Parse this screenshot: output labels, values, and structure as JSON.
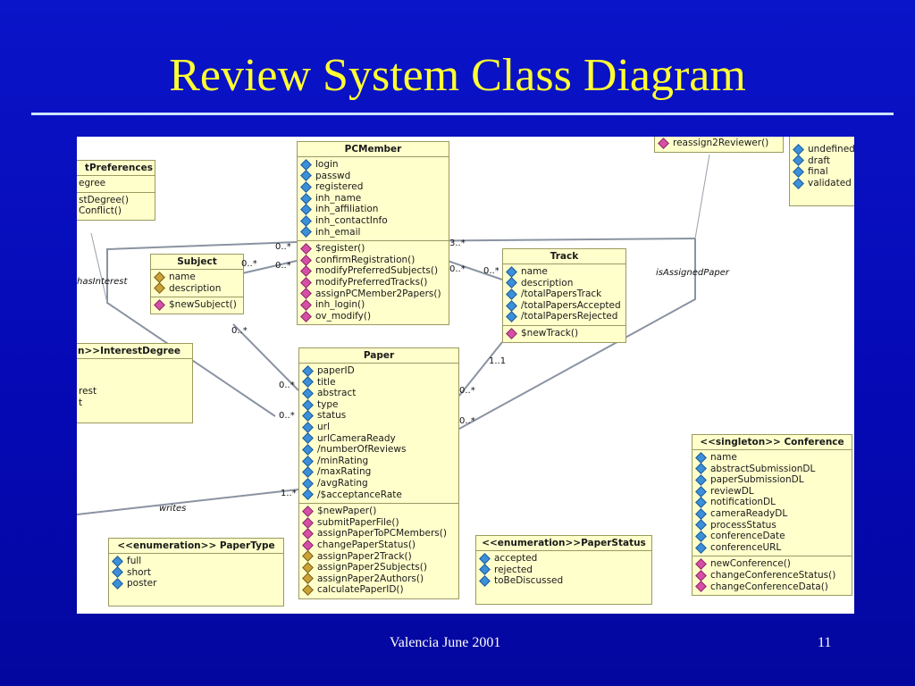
{
  "title": "Review System Class Diagram",
  "footer": {
    "left": "Valencia June 2001",
    "page": "11"
  },
  "colors": {
    "background": "#0a14c8",
    "title": "#ffff33",
    "class_fill": "#ffffcc"
  },
  "classes": {
    "pcmember": {
      "name": "PCMember",
      "attributes": [
        "login",
        "passwd",
        "registered",
        "inh_name",
        "inh_affiliation",
        "inh_contactInfo",
        "inh_email"
      ],
      "operations": [
        "$register()",
        "confirmRegistration()",
        "modifyPreferredSubjects()",
        "modifyPreferredTracks()",
        "assignPCMember2Papers()",
        "inh_login()",
        "ov_modify()"
      ]
    },
    "subject": {
      "name": "Subject",
      "attributes": [
        "name",
        "description"
      ],
      "operations": [
        "$newSubject()"
      ]
    },
    "track": {
      "name": "Track",
      "attributes": [
        "name",
        "description",
        "/totalPapersTrack",
        "/totalPapersAccepted",
        "/totalPapersRejected"
      ],
      "operations": [
        "$newTrack()"
      ]
    },
    "paper": {
      "name": "Paper",
      "attributes": [
        "paperID",
        "title",
        "abstract",
        "type",
        "status",
        "url",
        "urlCameraReady",
        "/numberOfReviews",
        "/minRating",
        "/maxRating",
        "/avgRating",
        "/$acceptanceRate"
      ],
      "operations": [
        "$newPaper()",
        "submitPaperFile()",
        "assignPaperToPCMembers()",
        "changePaperStatus()",
        "assignPaper2Track()",
        "assignPaper2Subjects()",
        "assignPaper2Authors()",
        "calculatePaperID()"
      ]
    },
    "conference": {
      "name": "<<singleton>> Conference",
      "attributes": [
        "name",
        "abstractSubmissionDL",
        "paperSubmissionDL",
        "reviewDL",
        "notificationDL",
        "cameraReadyDL",
        "processStatus",
        "conferenceDate",
        "conferenceURL"
      ],
      "operations": [
        "newConference()",
        "changeConferenceStatus()",
        "changeConferenceData()"
      ]
    },
    "paper_type": {
      "name": "<<enumeration>> PaperType",
      "values": [
        "full",
        "short",
        "poster"
      ]
    },
    "paper_status": {
      "name": "<<enumeration>>PaperStatus",
      "values": [
        "accepted",
        "rejected",
        "toBeDiscussed"
      ]
    },
    "interest_preferences": {
      "name": "tPreferences",
      "attributes": [
        "egree"
      ],
      "operations": [
        "stDegree()",
        "Conflict()"
      ]
    },
    "interest_degree": {
      "name": "n>>InterestDegree",
      "values": [
        "rest",
        "t"
      ]
    },
    "review_partial": {
      "operations": [
        "reassign2Reviewer()"
      ]
    },
    "status_enum_partial": {
      "values": [
        "undefined",
        "draft",
        "final",
        "validated"
      ]
    }
  },
  "multiplicities": {
    "pc_left": "0..*",
    "pc_subject": "0..*",
    "subject_pc": "0..*",
    "pc_track": "0..*",
    "track_pc": "3..*",
    "subject_paper": "0..*",
    "paper_subject": "0..*",
    "paper_interest": "0..*",
    "paper_track_a": "1..1",
    "paper_track_b": "0..*",
    "paper_review": "0..*",
    "writes_paper": "1..*"
  },
  "associations": {
    "has_interest": "hasInterest",
    "is_assigned": "isAssignedPaper",
    "writes": "writes"
  }
}
